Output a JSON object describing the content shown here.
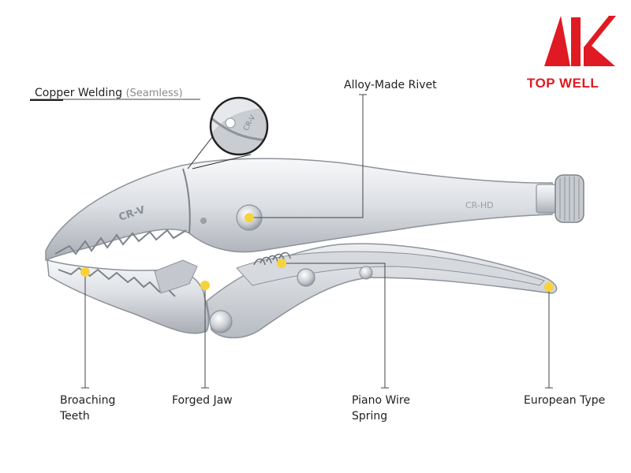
{
  "brand": {
    "name": "TOP WELL",
    "color": "#e01a22",
    "logo_icon": "red-k-logo-icon"
  },
  "inset_stamp": "CR-V",
  "tool_markings": {
    "jaw": "CR-V",
    "handle": "CR-HD"
  },
  "callouts": {
    "copper_welding": {
      "label": "Copper Welding",
      "note": "(Seamless)"
    },
    "rivet": {
      "label": "Alloy-Made Rivet"
    },
    "teeth": {
      "line1": "Broaching",
      "line2": "Teeth"
    },
    "jaw": {
      "label": "Forged Jaw"
    },
    "spring": {
      "line1": "Piano Wire",
      "line2": "Spring"
    },
    "handle": {
      "label": "European Type"
    }
  },
  "colors": {
    "marker": "#f7d33b",
    "leader": "#444444",
    "steel_light": "#eef0f3",
    "steel_dark": "#9ba1a8"
  }
}
